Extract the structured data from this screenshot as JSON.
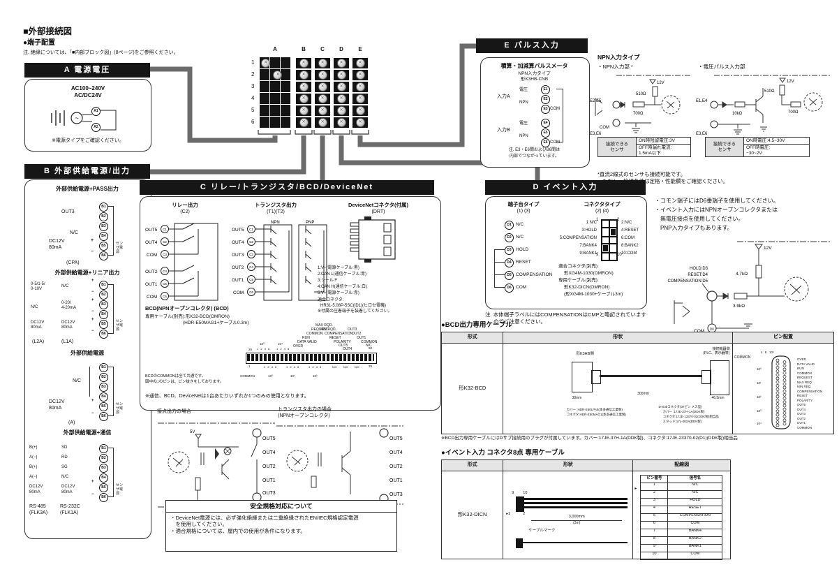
{
  "page": {
    "title": "■外部接続図",
    "subtitle": "●端子配置",
    "note": "注. 絶縁については、「■内部ブロック図」(8ページ)をご参照ください。"
  },
  "block": {
    "cols": [
      "A",
      "B",
      "C",
      "D",
      "E"
    ],
    "rows": [
      "1",
      "2",
      "3",
      "4",
      "5",
      "6"
    ]
  },
  "secA": {
    "title": "A 電源電圧",
    "v1": "AC100~240V",
    "v2": "AC/DC24V",
    "t1": "A1",
    "t2": "A2",
    "note": "※電源タイプをご確認ください。"
  },
  "secB": {
    "title": "B 外部供給電源/出力",
    "terms": [
      "B1",
      "B2",
      "B3",
      "B4",
      "B5",
      "B6"
    ],
    "pass": {
      "title": "外部供給電源+PASS出力",
      "out": "OUT3",
      "nc": "N/C",
      "dc": "DC12V",
      "ma": "80mA",
      "sp": "+",
      "sm": "−",
      "sensor": "センサ電源",
      "code": "(CPA)"
    },
    "lin": {
      "title": "外部供給電源+リニア出力",
      "a1": "0-5/1-5/",
      "a1b": "0-10V",
      "a2": "N/C",
      "a3": "DC12V",
      "a3b": "80mA",
      "b1": "N/C",
      "b2": "0-20/",
      "b2b": "4-20mA",
      "b3": "DC12V",
      "b3b": "80mA",
      "sensor": "センサ電源",
      "c1": "(L2A)",
      "c2": "(L1A)"
    },
    "sup": {
      "title": "外部供給電源",
      "nc": "N/C",
      "dc": "DC12V",
      "ma": "80mA",
      "sensor": "センサ電源",
      "code": "(A)"
    },
    "com": {
      "title": "外部供給電源+通信",
      "a": [
        "B(+)",
        "A(−)",
        "B(+)",
        "A(−)",
        "DC12V",
        "80mA"
      ],
      "b": [
        "SD",
        "RD",
        "SG",
        "N/C",
        "DC12V",
        "80mA"
      ],
      "sensor": "センサ電源",
      "f1": "RS-485",
      "f2": "(FLK3A)",
      "f3": "RS-232C",
      "f4": "(FLK1A)"
    }
  },
  "secC": {
    "title": "C リレー/トランジスタ/BCD/DeviceNet",
    "relay": {
      "t1": "リレー出力",
      "t2": "(C2)",
      "lab": [
        "OUT5",
        "OUT4",
        "COM",
        "OUT2",
        "OUT1",
        "COM"
      ],
      "trm": [
        "C1",
        "C2",
        "C3",
        "C4",
        "C5",
        "C6"
      ]
    },
    "tr": {
      "t1": "トランジスタ出力",
      "t2": "(T1)(T2)",
      "npn": "NPN",
      "pnp": "PNP",
      "lab": [
        "OUT5",
        "OUT4",
        "OUT3",
        "OUT2",
        "OUT1",
        "COM"
      ],
      "trm": [
        "C1",
        "C2",
        "C3",
        "C4",
        "C5",
        "C6"
      ]
    },
    "dn": {
      "t1": "DeviceNetコネクタ(付属)",
      "t2": "(DRT)",
      "pins": [
        "1:V−(電源ケーブル:黒)",
        "2:CAN L(通信ケーブル:青)",
        "3:シールド",
        "4:CAN H(通信ケーブル:白)",
        "5:V+(電源ケーブル:赤)"
      ],
      "f1": "適合コネクタ:",
      "f2": "HR31-5.08P-5SC(ID1)(ヒロセ電機)",
      "f3": "※付属の圧着端子を装着してください。"
    },
    "bcd": {
      "t1": "BCD(NPNオープンコレクタ) (BCD)",
      "t2": "専用ケーブル(別売):形K32-BCD(OMRON)",
      "t3": "(HDR-E50MAG1+ケーブル0.3m)",
      "top": [
        "OVER",
        "DATA VALID",
        "RUN",
        "COMMON",
        "REQUEST",
        "MAX RQD.",
        "MIN RQD.",
        "COMPENSATION",
        "RESET",
        "POLARITY",
        "OUT5",
        "OUT4",
        "OUT3",
        "OUT2",
        "OUT1",
        "COMMON",
        "N/C"
      ],
      "p26": "26",
      "p50": "50",
      "p1": "1",
      "p25": "25",
      "d": "1 2 4 8",
      "g3": "10³",
      "g4": "10⁴",
      "g0": "10⁰",
      "g1": "10¹",
      "g2": "10²",
      "common": "COMMON",
      "nc": "N/C",
      "n1": "BCDのCOMMONは全て共通です。",
      "n2": "図中の□のピンは、ピン抜きをしております。"
    },
    "note": "※通信、BCD、DeviceNetは1台あたりいずれか1つのみの使用となります。"
  },
  "cc": {
    "t": "接点出力の場合",
    "v": "5V",
    "outs": [
      "OUT5",
      "OUT4",
      "OUT2",
      "OUT1",
      "OUT3"
    ]
  },
  "nc2": {
    "t1": "トランジスタ出力の場合",
    "t2": "(NPNオープンコレクタ)",
    "outs": [
      "OUT5",
      "OUT4",
      "OUT2",
      "OUT1",
      "OUT3"
    ]
  },
  "safety": {
    "t": "安全規格対応について",
    "l1": "・DeviceNet電源には、必ず強化絶縁または二重絶縁されたEN/IEC規格認定電源",
    "l2": "　を使用してください。",
    "l3": "・適合規格については、屋内での使用が条件になります。"
  },
  "secE": {
    "title": "E パルス入力",
    "t1": "積算・加減算パルスメータ",
    "t2": "NPN入力タイプ",
    "t3": "形K3HB-CNB",
    "inA": "入力A",
    "inB": "入力B",
    "v": "電圧",
    "npn": "NPN",
    "com": "COM",
    "terms": [
      "E1",
      "E2",
      "E3",
      "E4",
      "E5",
      "E6"
    ],
    "n1": "注. E3・E6間およびB6間は",
    "n2": "内部でつながっています。"
  },
  "npn": {
    "title": "NPN入力タイプ",
    "lt": "・NPN入力部 *",
    "rt": "・電圧パルス入力部",
    "l": {
      "e": "E2,E5",
      "com": "COM",
      "e2": "E3,E6",
      "v": "12V",
      "r1": "510Ω",
      "r2": "700Ω",
      "s1": "接続できる",
      "s2": "センサ",
      "a": "ON時残留電圧:3V",
      "b1": "OFF時漏れ電流:",
      "b2": "1.5mA以下"
    },
    "r": {
      "e": "E1,E4",
      "e2": "E3,E6",
      "v": "12V",
      "r1": "510Ω",
      "r2": "700Ω",
      "r3": "10kΩ",
      "s1": "接続できる",
      "s2": "センサ",
      "a": "ON時電圧:4.5~30V",
      "b1": "OFF時電圧:",
      "b2": "−30~2V"
    },
    "f1": "*直流2線式のセンサも接続可能です。",
    "f2": "ただし、接続条件は定格・性能欄をご確認ください。"
  },
  "secD": {
    "title": "D イベント入力",
    "t1": "端子台タイプ",
    "t1b": "(1) (3)",
    "t2": "コネクタタイプ",
    "t2b": "(2) (4)",
    "terms": [
      "D1",
      "D2",
      "D3",
      "D4",
      "D5",
      "D6"
    ],
    "lab": [
      "N/C",
      "N/C",
      "HOLD",
      "RESET",
      "COMPENSATION",
      "COM"
    ],
    "cl": [
      "1:N/C",
      "3:HOLD",
      "5:COMPENSATION",
      "7:BANK4",
      "9:BANK1"
    ],
    "cr": [
      "2:N/C",
      "4:RESET",
      "6:COM",
      "8:BANK2",
      "10:COM"
    ],
    "p1": "1",
    "p2": "2",
    "p9": "9",
    "p10": "10",
    "f1": "適合コネクタ(別売):",
    "f2": "形XG4M-1030(OMRON)",
    "f3": "専用ケーブル(別売):",
    "f4": "形K32-DICN(OMRON)",
    "f5": "(形XG4M-1030+ケーブル3m)",
    "n1": "注. 本体端子ラベルにはCOMPENSATIONはCMPと略記されています",
    "n2": "のでご注意ください。"
  },
  "ev": {
    "b1": "・コモン端子にはD6番端子を使用してください。",
    "b2": "・イベント入力にはNPNオープンコレクタまたは",
    "b3": "　無電圧接点を使用してください。",
    "b4": "　PNP入力タイプもあります。",
    "hold": "HOLD:D3",
    "reset": "RESET:D4",
    "comp": "COMPENSATION:D5",
    "v": "12V",
    "r1": "4.7kΩ",
    "r2": "3.9kΩ",
    "com": "COM",
    "d6": "D6"
  },
  "bc": {
    "h": "●BCD出力専用ケーブル",
    "c1": "形式",
    "c2": "形状",
    "c3": "ピン配置",
    "model": "形K32-BCD",
    "s1": "形K3HB側",
    "s2": "接続機器側",
    "s2b": "(PLC、表示器等)",
    "d1": "38mm",
    "d2": "300mm",
    "d3": "46.5mm",
    "k1": "カバー :HDR-E50LPA5(本多通信工業製)",
    "k2": "コネクタ:HDR-E50MAG1(本多通信工業製)",
    "k3": "D-Subコネクタ(37ピン メス型)",
    "k4": "カバー :17JE-37H-1A(DDK製)",
    "k5": "コネクタ:17JE-13370-02(DDK製)相当品",
    "k6": "スタッド:17L-002A(DDK製)",
    "common": "COMMON",
    "g48": "4 8",
    "g104": "10⁴",
    "groups": [
      "10⁰",
      "10¹",
      "10²",
      "10³",
      "10⁴"
    ],
    "pins": [
      "OVER",
      "DATA VALID",
      "RUN",
      "COMMON",
      "REQUEST",
      "MAX REQ.",
      "MIN REQ.",
      "COMPENSATION",
      "RESET",
      "POLARITY",
      "OUT5",
      "OUT4",
      "OUT3",
      "OUT2",
      "OUT1",
      "COMMON"
    ],
    "note": "※BCD出力専用ケーブルにはDサブ接続用のプラグが付属しています。カバー:17JE-37H-1A(DDK製)、コネクタ:17JE-23370-02(D1)(DDK製)相当品"
  },
  "ec": {
    "h": "●イベント入力 コネクタ8点 専用ケーブル",
    "c1": "形式",
    "c2": "形状",
    "c3": "配線図",
    "model": "形K32-DICN",
    "p9": "9",
    "p10": "10",
    "p1": "1",
    "p2": "2",
    "len": "3,000mm",
    "len2": "(3m)",
    "mark": "ケーブルマーク",
    "th1": "ピン番号",
    "th2": "信号名",
    "rows": [
      [
        "1",
        "N/C"
      ],
      [
        "2",
        "N/C"
      ],
      [
        "3",
        "HOLD"
      ],
      [
        "4",
        "RESET"
      ],
      [
        "5",
        "COMPENSATION"
      ],
      [
        "6",
        "COM"
      ],
      [
        "7",
        "BANK4"
      ],
      [
        "8",
        "BANK2"
      ],
      [
        "9",
        "BANK1"
      ],
      [
        "10",
        "COM"
      ]
    ]
  }
}
